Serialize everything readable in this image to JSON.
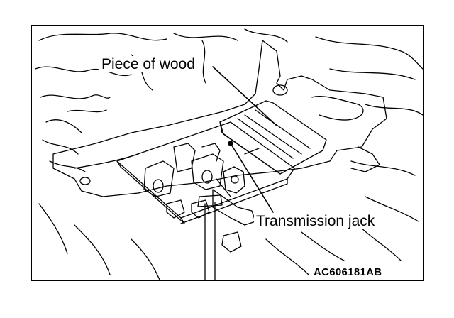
{
  "diagram": {
    "labels": {
      "wood": "Piece of wood",
      "jack": "Transmission jack"
    },
    "figure_code": "AC606181AB"
  },
  "colors": {
    "line": "#000000",
    "background": "#ffffff"
  }
}
